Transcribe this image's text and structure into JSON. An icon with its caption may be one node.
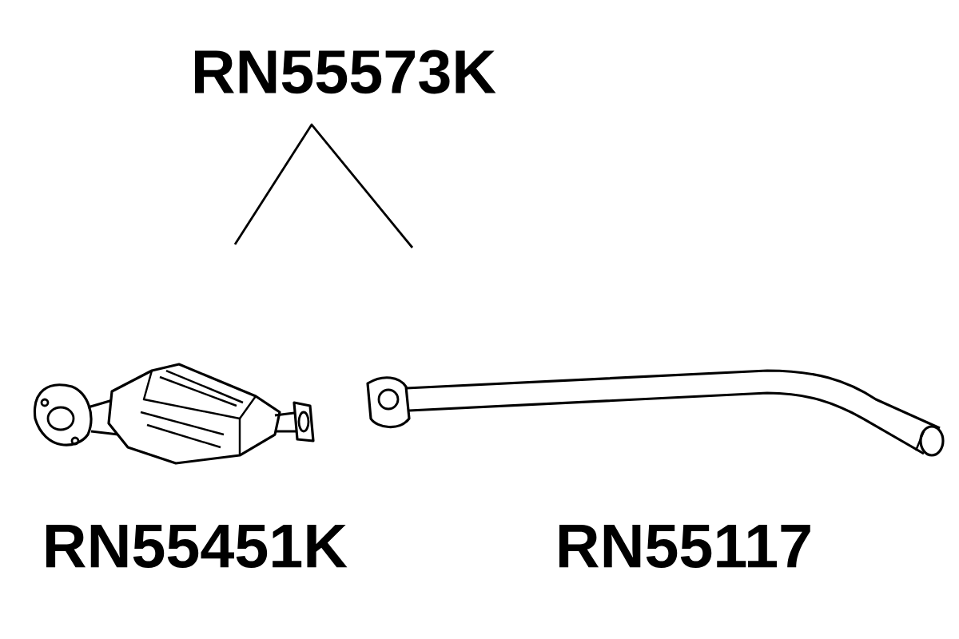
{
  "diagram": {
    "nodes": [
      {
        "text": [
          "RN55573K"
        ]
      },
      {
        "text": [],
        "shape": "picture",
        "beside": [
          "RN55451K"
        ]
      },
      {
        "text": [],
        "shape": "picture",
        "beside": [
          "RN55117"
        ]
      }
    ]
  }
}
